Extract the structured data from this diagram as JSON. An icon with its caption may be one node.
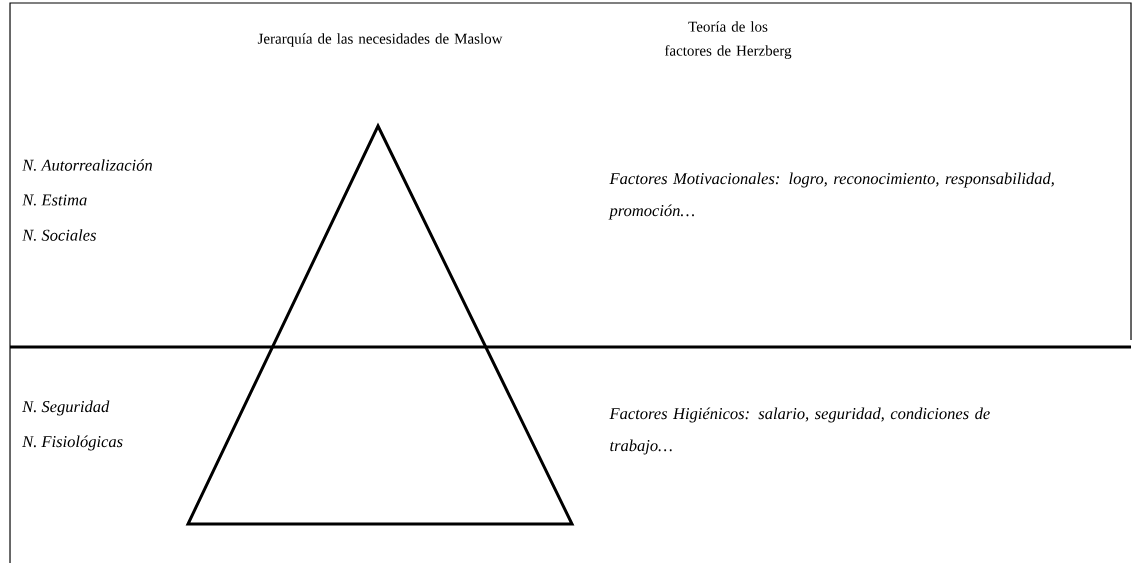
{
  "diagram": {
    "labels": [
      "Jerarquía de las necesidades de Maslow",
      "Teoría de los factores de Herzberg",
      "N. Autorrealización",
      "N. Estima",
      "N. Sociales",
      "Factores Motivacionales: logro, reconocimiento, responsabilidad, promoción…",
      "N. Seguridad",
      "N. Fisiológicas",
      "Factores Higiénicos: salario, seguridad, condiciones de trabajo…"
    ]
  }
}
